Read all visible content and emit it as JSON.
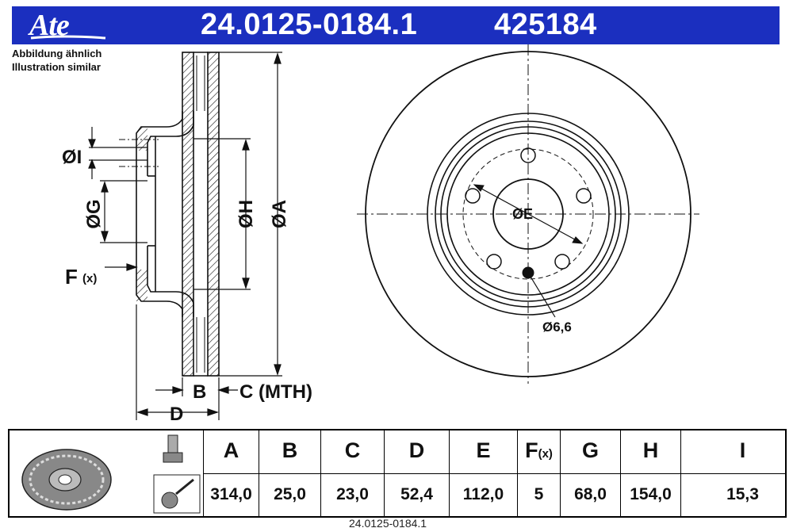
{
  "header": {
    "logo_text": "Ate",
    "part_number": "24.0125-0184.1",
    "part_number_short": "425184",
    "bg_color": "#1b2fbf"
  },
  "notes": {
    "line1": "Abbildung ähnlich",
    "line2": "Illustration similar"
  },
  "labels": {
    "dia_I": "ØI",
    "dia_G": "ØG",
    "dia_H": "ØH",
    "dia_A": "ØA",
    "f": "F",
    "f_sub": "(x)",
    "b": "B",
    "c_mth": "C (MTH)",
    "d": "D",
    "dia_E": "ØE",
    "hole": "Ø6,6"
  },
  "table": {
    "columns": [
      {
        "header": "A",
        "value": "314,0"
      },
      {
        "header": "B",
        "value": "25,0"
      },
      {
        "header": "C",
        "value": "23,0"
      },
      {
        "header": "D",
        "value": "52,4"
      },
      {
        "header": "E",
        "value": "112,0"
      },
      {
        "header": "F",
        "header_sub": "(x)",
        "value": "5"
      },
      {
        "header": "G",
        "value": "68,0"
      },
      {
        "header": "H",
        "value": "154,0"
      },
      {
        "header": "I",
        "value": "15,3"
      }
    ]
  },
  "footer": {
    "text": "24.0125-0184.1"
  }
}
